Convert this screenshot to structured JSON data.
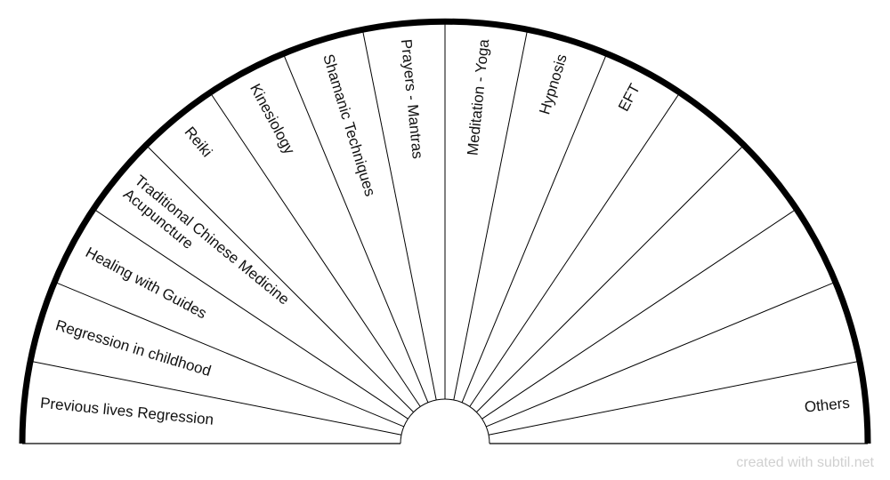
{
  "chart_data": {
    "type": "pie",
    "shape": "semicircle",
    "segment_count": 16,
    "segments": [
      {
        "label": "Previous lives Regression",
        "value": 1
      },
      {
        "label": "Regression in childhood",
        "value": 1
      },
      {
        "label": "Healing with Guides",
        "value": 1
      },
      {
        "label": "Acupuncture\nTraditional Chinese Medicine",
        "value": 1
      },
      {
        "label": "Reiki",
        "value": 1
      },
      {
        "label": "Kinesiology",
        "value": 1
      },
      {
        "label": "Shamanic Techniques",
        "value": 1
      },
      {
        "label": "Prayers - Mantras",
        "value": 1
      },
      {
        "label": "Meditation - Yoga",
        "value": 1
      },
      {
        "label": "Hypnosis",
        "value": 1
      },
      {
        "label": "EFT",
        "value": 1
      },
      {
        "label": "",
        "value": 1
      },
      {
        "label": "",
        "value": 1
      },
      {
        "label": "",
        "value": 1
      },
      {
        "label": "",
        "value": 1
      },
      {
        "label": "Others",
        "value": 1
      }
    ],
    "colors": {
      "outline": "#000000",
      "dividers": "#000000",
      "fill": "#ffffff"
    }
  },
  "footer": {
    "credit": "created with subtil.net"
  }
}
